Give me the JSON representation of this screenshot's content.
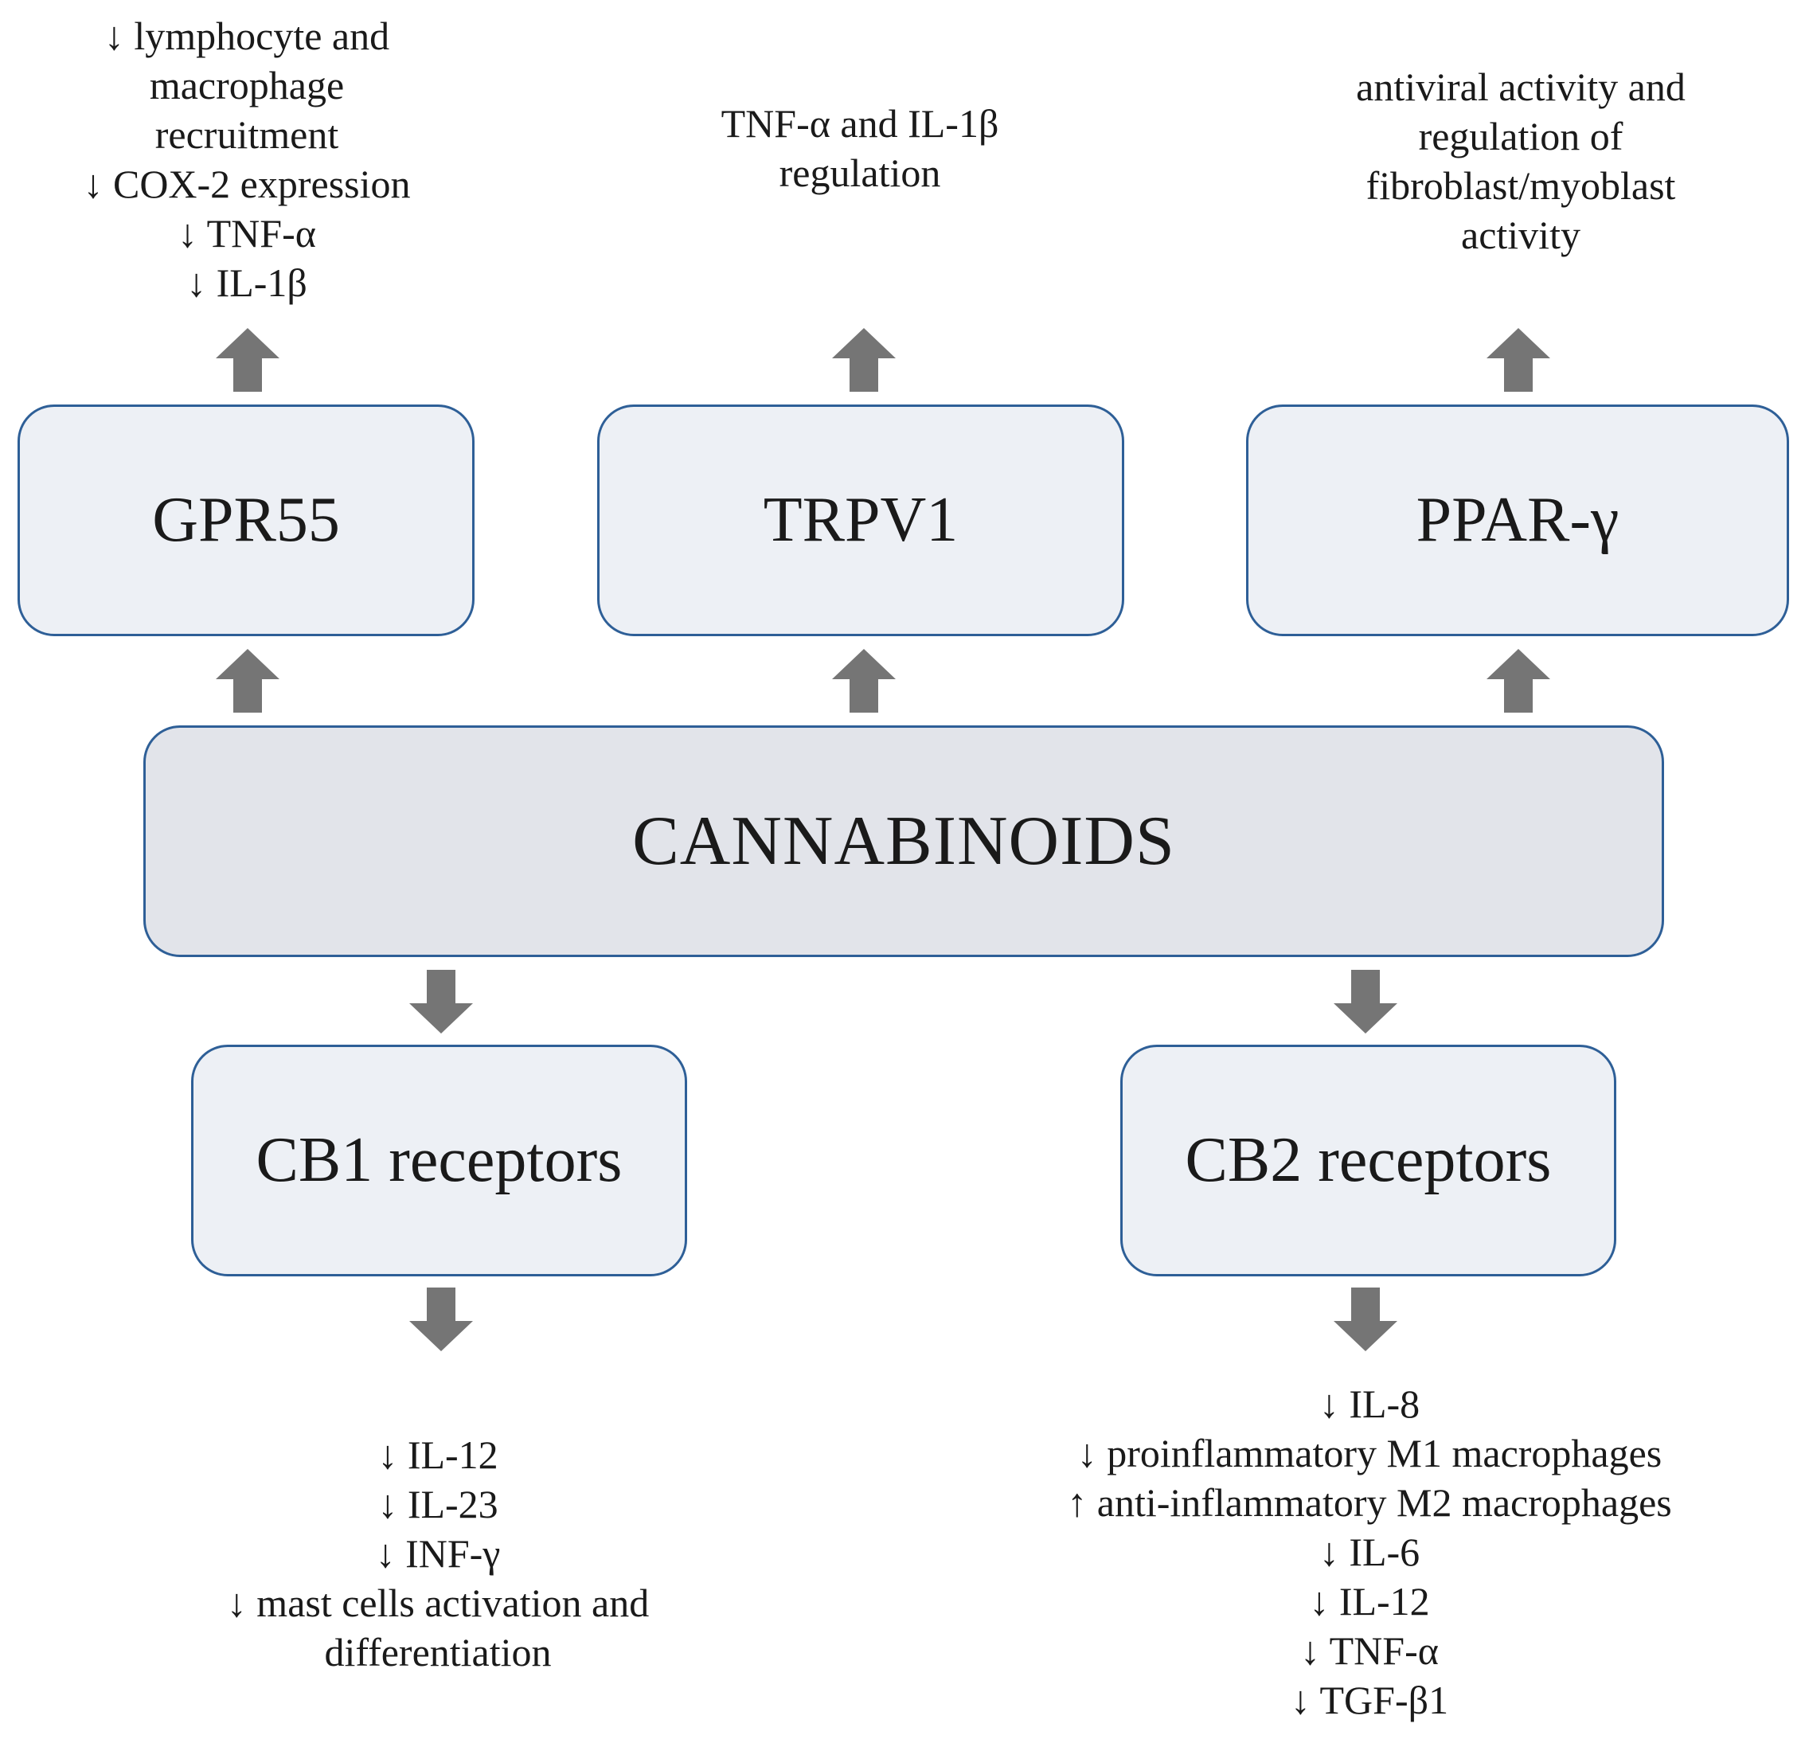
{
  "center": {
    "label": "CANNABINOIDS"
  },
  "receptors": {
    "gpr55": {
      "label": "GPR55",
      "effects": [
        "↓ lymphocyte and",
        "macrophage",
        "recruitment",
        "↓ COX-2 expression",
        "↓ TNF-α",
        "↓ IL-1β"
      ]
    },
    "trpv1": {
      "label": "TRPV1",
      "effects": [
        "TNF-α and IL-1β",
        "regulation"
      ]
    },
    "ppar": {
      "label": "PPAR-γ",
      "effects": [
        "antiviral activity and",
        "regulation of",
        "fibroblast/myoblast",
        "activity"
      ]
    },
    "cb1": {
      "label": "CB1 receptors",
      "effects": [
        "↓ IL-12",
        "↓ IL-23",
        "↓ INF-γ",
        "↓ mast cells activation and",
        "differentiation"
      ]
    },
    "cb2": {
      "label": "CB2 receptors",
      "effects": [
        "↓ IL-8",
        "↓ proinflammatory M1 macrophages",
        "↑ anti-inflammatory M2 macrophages",
        "↓ IL-6",
        "↓ IL-12",
        "↓ TNF-α",
        "↓ TGF-β1"
      ]
    }
  },
  "colors": {
    "box_border": "#2e5f97",
    "box_fill": "#edf0f5",
    "center_fill": "#e2e4ea",
    "arrow": "#757575"
  }
}
